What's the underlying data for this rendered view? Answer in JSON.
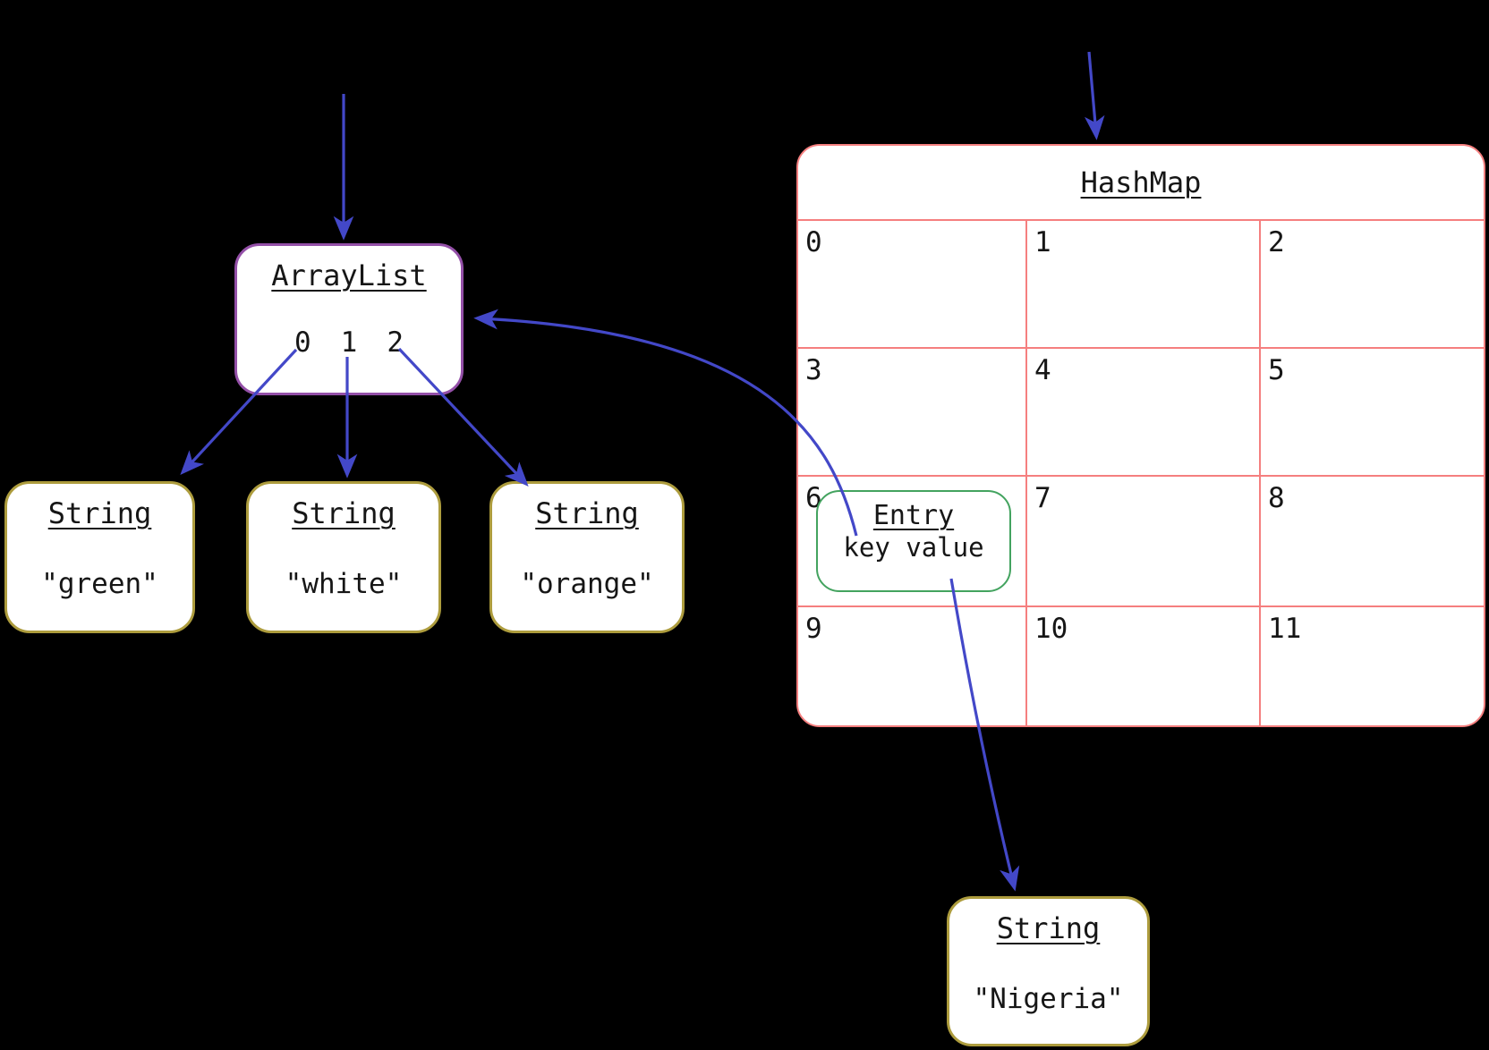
{
  "colors": {
    "background": "#000000",
    "arrow_blue": "#4348c8",
    "arraylist_border_purple": "#9450a8",
    "string_border_olive": "#ad9c3d",
    "hashmap_border_red": "#f57f7f",
    "entry_border_green": "#43a35f",
    "box_fill": "#ffffff",
    "text": "#161616"
  },
  "arraylist": {
    "title": "ArrayList",
    "indices": [
      "0",
      "1",
      "2"
    ]
  },
  "strings": [
    {
      "title": "String",
      "value": "\"green\""
    },
    {
      "title": "String",
      "value": "\"white\""
    },
    {
      "title": "String",
      "value": "\"orange\""
    }
  ],
  "hashmap": {
    "title": "HashMap",
    "cells": [
      "0",
      "1",
      "2",
      "3",
      "4",
      "5",
      "6",
      "7",
      "8",
      "9",
      "10",
      "11"
    ]
  },
  "entry": {
    "title": "Entry",
    "value": "key value"
  },
  "nigeria": {
    "title": "String",
    "value": "\"Nigeria\""
  }
}
